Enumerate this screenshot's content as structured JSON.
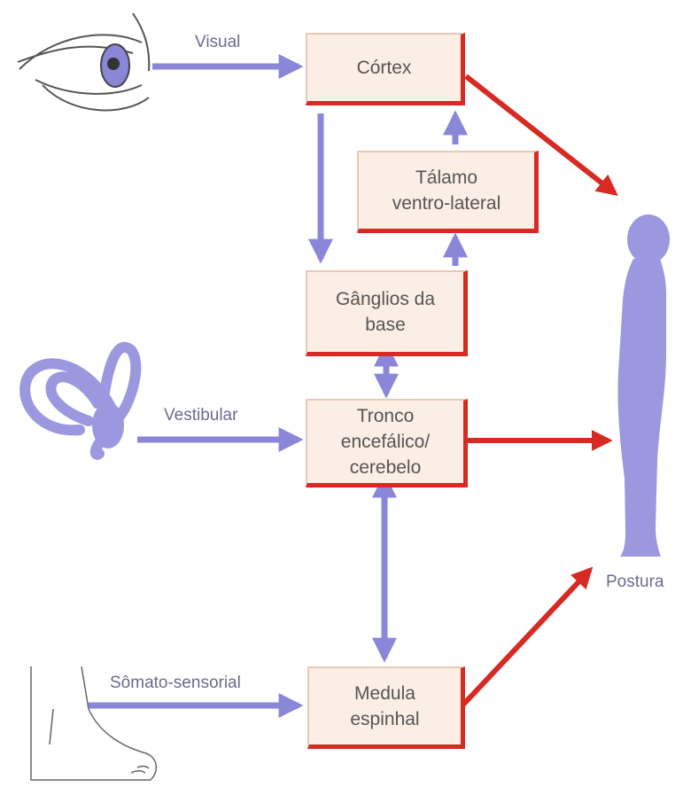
{
  "colors": {
    "sensory_arrow": "#8a86d8",
    "motor_arrow": "#d62a22",
    "box_fill": "#fbeee4",
    "box_shadow": "#d62a22",
    "figure": "#9b98df"
  },
  "inputs": {
    "visual": "Visual",
    "vestibular": "Vestibular",
    "somatosensory": "Sômato-sensorial"
  },
  "boxes": {
    "cortex": [
      "Córtex"
    ],
    "thalamus": [
      "Tálamo",
      "ventro-lateral"
    ],
    "basal_ganglia": [
      "Gânglios da",
      "base"
    ],
    "brainstem": [
      "Tronco",
      "encefálico/",
      "cerebelo"
    ],
    "spinal_cord": [
      "Medula",
      "espinhal"
    ]
  },
  "output": {
    "label": "Postura"
  },
  "icons": [
    "eye-icon",
    "inner-ear-icon",
    "foot-icon",
    "human-figure-icon"
  ]
}
